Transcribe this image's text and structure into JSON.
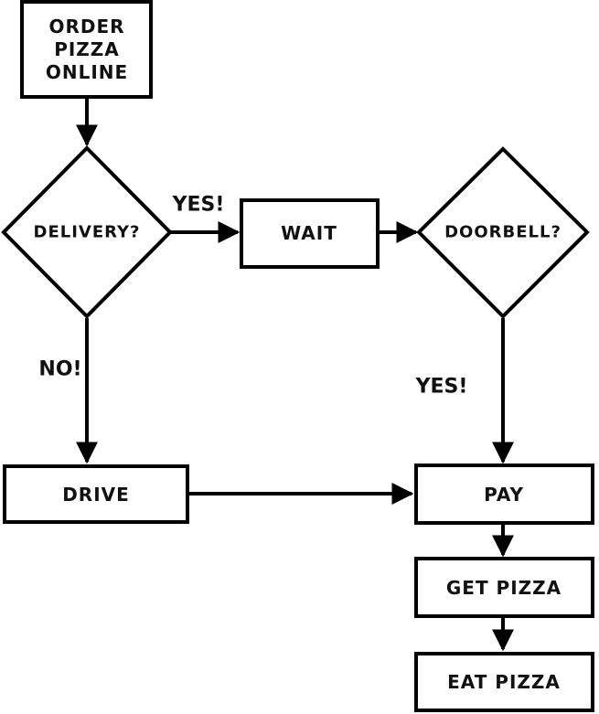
{
  "nodes": {
    "order": [
      "ORDER",
      "PIZZA",
      "ONLINE"
    ],
    "delivery": "DELIVERY?",
    "wait": "WAIT",
    "doorbell": "DOORBELL?",
    "drive": "DRIVE",
    "pay": "PAY",
    "get_pizza": "GET PIZZA",
    "eat_pizza": "EAT PIZZA"
  },
  "edge_labels": {
    "delivery_yes": "YES!",
    "delivery_no": "NO!",
    "doorbell_yes": "YES!"
  },
  "colors": {
    "stroke": "#000000",
    "fill": "#ffffff"
  }
}
